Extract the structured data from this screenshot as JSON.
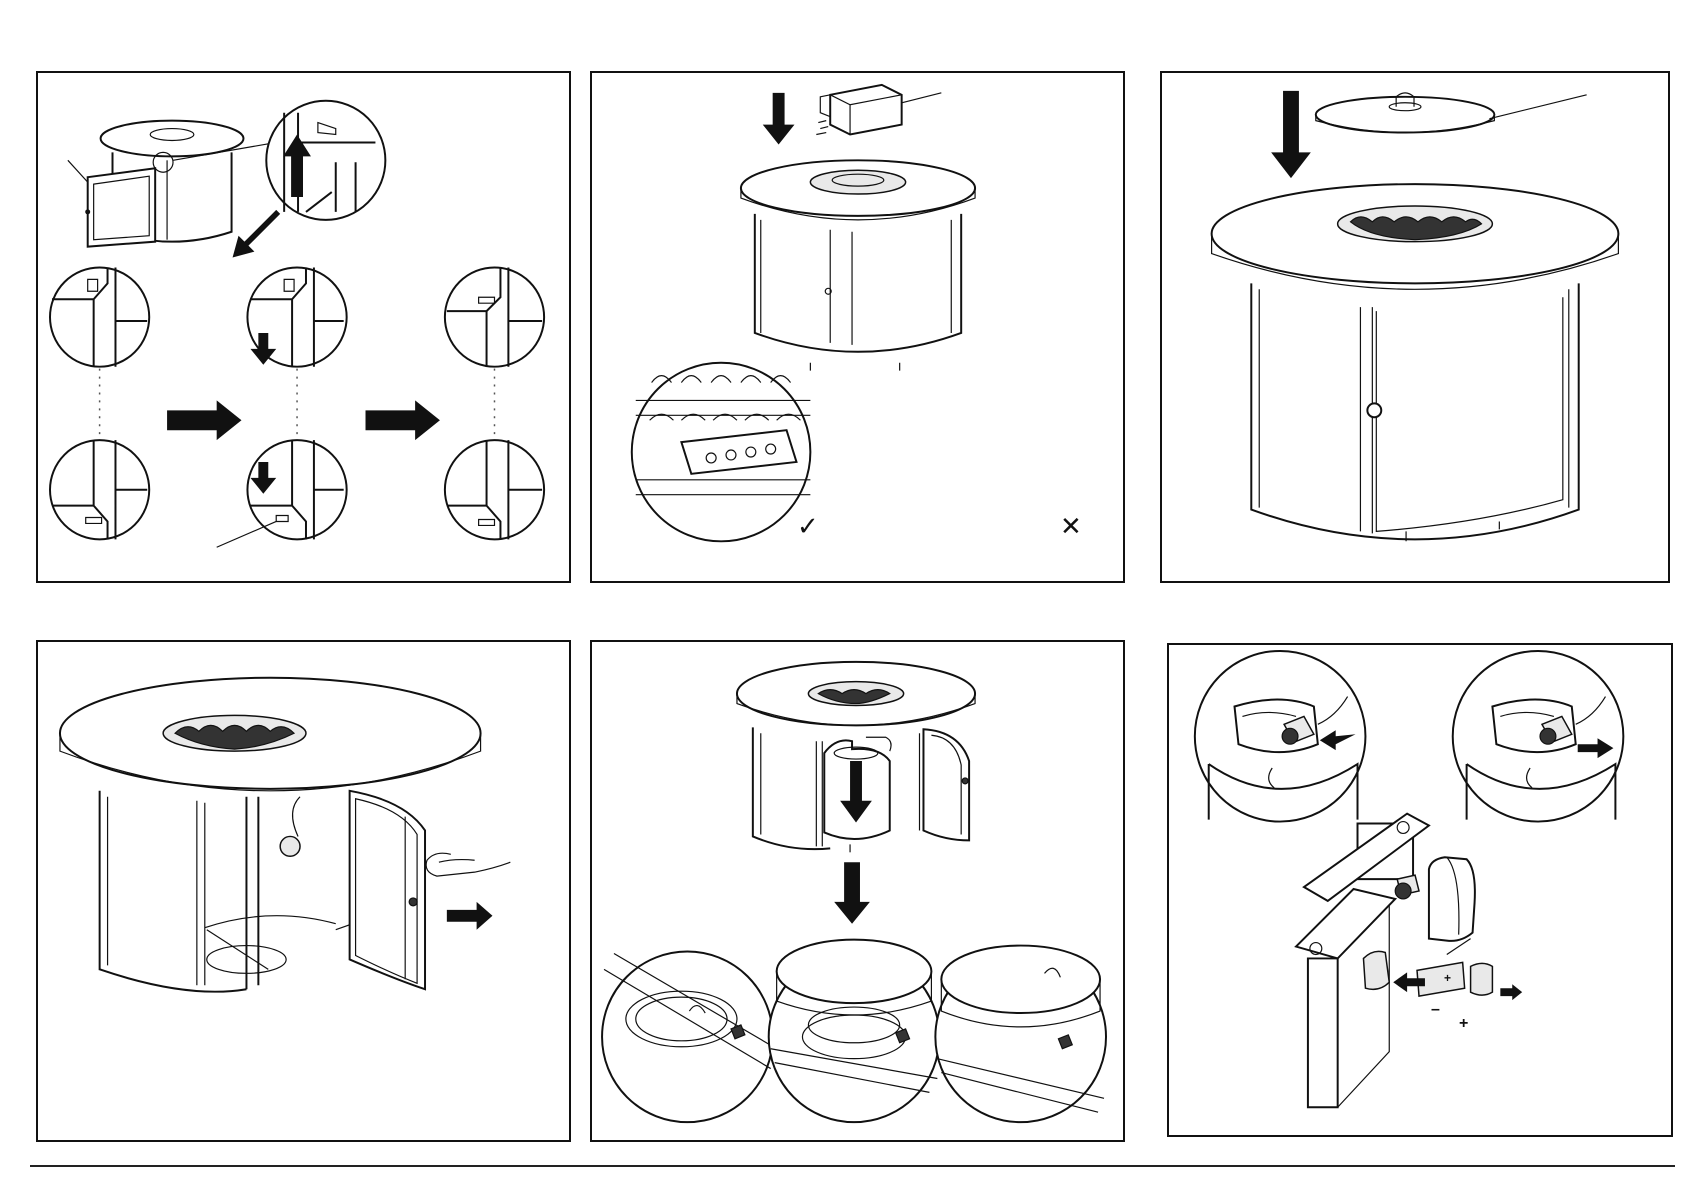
{
  "sheet": {
    "panels": [
      {
        "id": "p1",
        "step": "door-hinge-removal-and-reinstall"
      },
      {
        "id": "p2",
        "step": "place-lava-rocks-in-burner"
      },
      {
        "id": "p3",
        "step": "place-lid-on-burner"
      },
      {
        "id": "p4",
        "step": "open-door"
      },
      {
        "id": "p5",
        "step": "insert-and-secure-propane-tank"
      },
      {
        "id": "p6",
        "step": "connect-regulator-and-install-battery"
      }
    ],
    "marks": {
      "correct": "✓",
      "incorrect": "✕"
    },
    "battery": {
      "negative": "–",
      "positive": "+",
      "cell_plus": "+"
    },
    "icons": [
      "arrow-up-icon",
      "arrow-down-icon",
      "arrow-right-icon",
      "arrow-left-icon",
      "rotate-icon",
      "check-icon",
      "cross-icon"
    ]
  }
}
